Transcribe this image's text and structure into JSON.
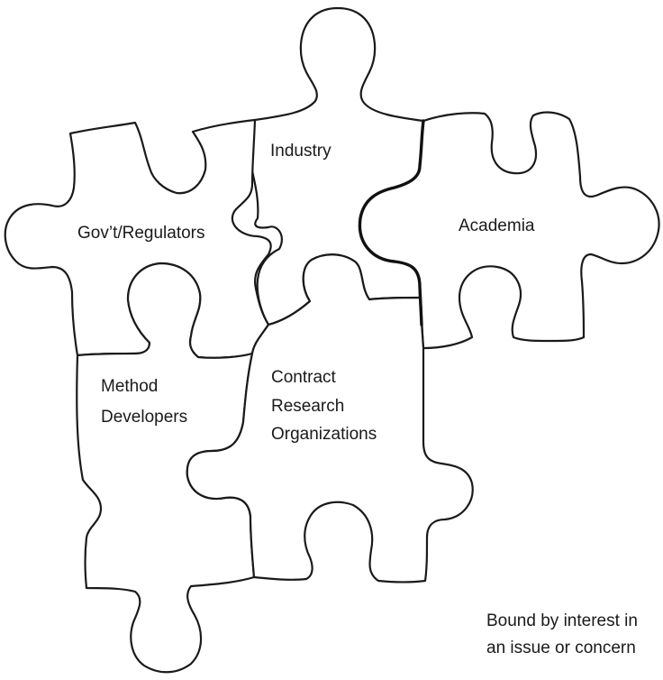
{
  "pieces": {
    "industry": "Industry",
    "regulators": "Gov’t/Regulators",
    "academia": "Academia",
    "method_developers": [
      "Method",
      "Developers"
    ],
    "contract_research": [
      "Contract",
      "Research",
      "Organizations"
    ]
  },
  "caption": [
    "Bound by interest in",
    "an issue or concern"
  ]
}
